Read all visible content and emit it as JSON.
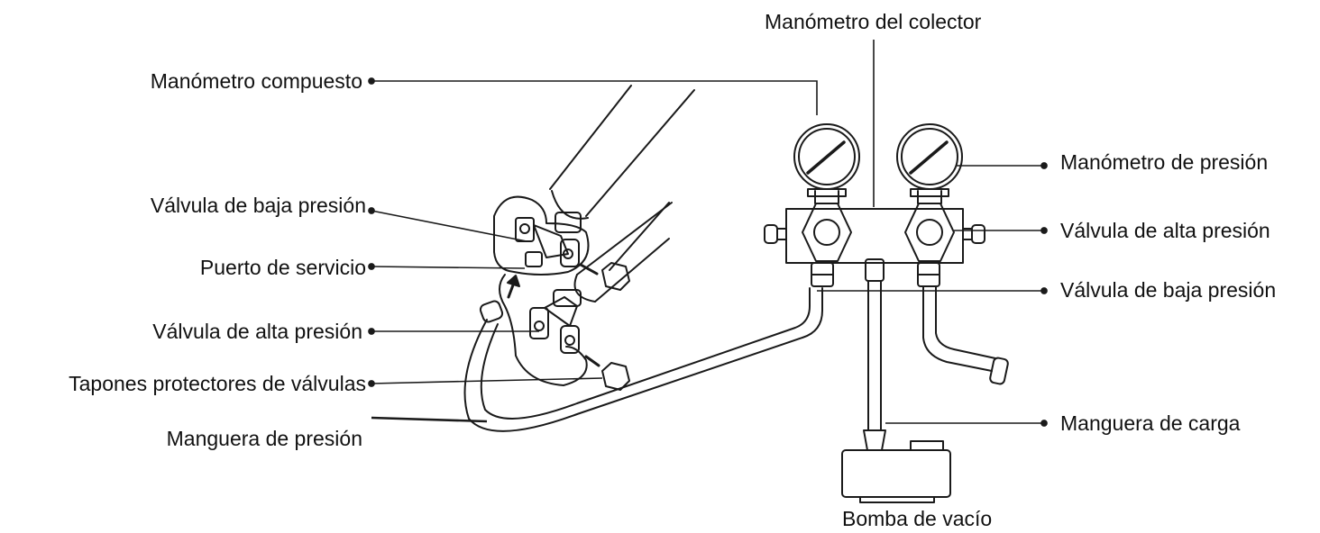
{
  "labels": {
    "manifold_gauge": "Manómetro del colector",
    "compound_gauge": "Manómetro compuesto",
    "low_valve_left": "Válvula de baja presión",
    "service_port": "Puerto de servicio",
    "high_valve_left": "Válvula de alta presión",
    "valve_caps": "Tapones protectores de válvulas",
    "pressure_hose": "Manguera de presión",
    "pressure_gauge": "Manómetro de presión",
    "high_valve_right": "Válvula de alta presión",
    "low_valve_right": "Válvula de baja presión",
    "charge_hose": "Manguera de carga",
    "vacuum_pump": "Bomba de vacío"
  },
  "colors": {
    "line": "#1a1a1a",
    "text": "#111111",
    "background": "#ffffff"
  }
}
